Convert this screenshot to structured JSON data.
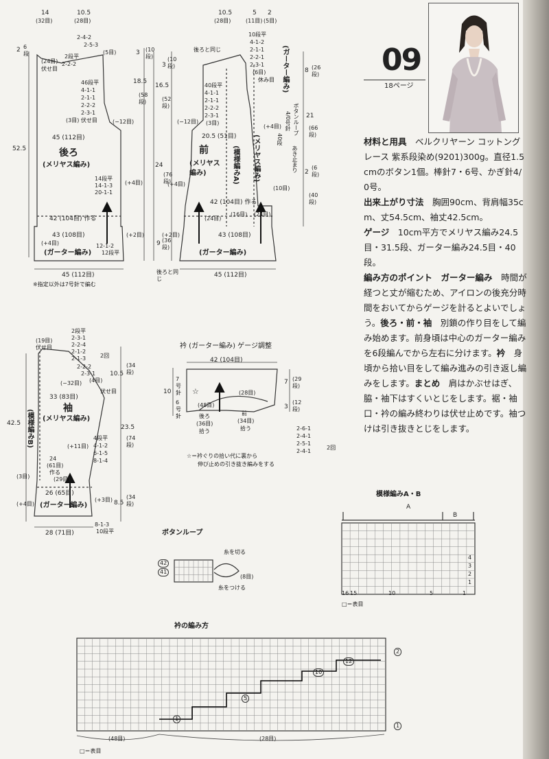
{
  "header": {
    "pattern_number": "09",
    "page_ref": "18ページ"
  },
  "description": {
    "materials_title": "材料と用具",
    "materials_text": "ベルクリヤーン コットングレース 紫系段染め(9201)300g。直径1.5cmのボタン1個。棒針7・6号、かぎ針4/0号。",
    "size_title": "出来上がり寸法",
    "size_text": "胸囲90cm、背肩幅35cm、丈54.5cm、袖丈42.5cm。",
    "gauge_title": "ゲージ",
    "gauge_text": "10cm平方でメリヤス編み24.5目・31.5段、ガーター編み24.5目・40段。",
    "points_title": "編み方のポイント",
    "garter_title": "ガーター編み",
    "garter_text": "時間が経つと丈が縮むため、アイロンの後充分時間をおいてからゲージを計るとよいでしょう。",
    "body_title": "後ろ・前・袖",
    "body_text": "別鎖の作り目をして編み始めます。前身頃は中心のガーター編みを6段編んでから左右に分けます。",
    "collar_title": "衿",
    "collar_text": "身頃から拾い目をして編み進みの引き返し編みをします。",
    "finish_title": "まとめ",
    "finish_text": "肩はかぶせはぎ、脇・袖下はすくいとじをします。裾・袖口・衿の編み終わりは伏せ止めです。袖つけは引き抜きとじをします。"
  },
  "back": {
    "title": "後ろ",
    "stitch": "(メリヤス編み)",
    "band": "(ガーター編み)",
    "top_left": "14",
    "top_left_st": "(32目)",
    "top_mid": "10.5",
    "top_mid_st": "(28目)",
    "neck_dec": [
      "2-4-2",
      "2-5-3",
      "(5目)"
    ],
    "neck_side": [
      "2段平",
      "2-2-2"
    ],
    "left_h": "2",
    "left_h_r": "6段",
    "bind": "(24目)",
    "bind2": "伏せ目",
    "arm_dec": [
      "46段平",
      "4-1-1",
      "2-1-1",
      "2-2-2",
      "2-3-1",
      "(3目) 伏せ目"
    ],
    "dec12": "(−12目)",
    "width45": "45 (112目)",
    "total_h": "52.5",
    "side_inc": [
      "14段平",
      "14-1-3",
      "20-1-1"
    ],
    "inc4": "(+4目)",
    "cast": "42 (104目) 作る",
    "band_w": "43 (108目)",
    "inc4b": "(+4目)",
    "inc2": "(+2目)",
    "band_inc": [
      "12-1-2",
      "12段平"
    ],
    "bottom": "45 (112目)",
    "note": "※指定以外は7号針で編む",
    "dims": [
      "3",
      "(10段)",
      "18.5",
      "(58段)"
    ]
  },
  "front": {
    "title": "前",
    "stitch": "(メリヤス編み)",
    "band": "(ガーター編み)",
    "top_mid": "10.5",
    "top_mid_st": "(28目)",
    "top_5": "5",
    "top_5_st": "(11目)",
    "top_2": "2",
    "top_2_st": "(5目)",
    "same_back": "後ろと同じ",
    "neck_dec": [
      "10段平",
      "4-1-2",
      "2-1-1",
      "2-2-1",
      "2-3-1",
      "(6目)",
      "休み目"
    ],
    "garter_side": "(ガーター編み)",
    "arm_dec": [
      "40段平",
      "4-1-1",
      "2-1-1",
      "2-2-2",
      "2-3-1",
      "(3目)"
    ],
    "button_loop": "ボタンループ",
    "loop_needle": "4/0号針",
    "loop_rows": "40段",
    "opening": "あき止まり",
    "dec12": "(−12目)",
    "width": "20.5 (51目)",
    "pattern_a": "(模様編みA)",
    "stockinette": "(メリヤス編み)",
    "dec10": "(10目)",
    "inc4": "(+4目)",
    "inc4b": "(+4目)",
    "inc2": "(+2目)",
    "cast": "42 (104目) 作る",
    "sub": [
      "(24目)",
      "(16目)",
      "(24目)"
    ],
    "band_w": "43 (108目)",
    "bottom": "45 (112目)",
    "same_back2": "後ろと同じ",
    "left_dims": [
      "3",
      "(10段)",
      "16.5",
      "(52段)",
      "24",
      "(76段)",
      "9",
      "(36段)"
    ],
    "right_dims": [
      "8",
      "(26段)",
      "21",
      "(66段)",
      "2",
      "(6段)",
      "(40段)"
    ]
  },
  "sleeve": {
    "title": "袖",
    "stitch": "(メリヤス編み)",
    "pattern_b": "(模様編みB)",
    "band": "(ガーター編み)",
    "bind": "(19目)",
    "bind2": "伏せ目",
    "cap_dec": [
      "2段平",
      "2-3-1",
      "2-2-4",
      "2-1-2",
      "2-1-3",
      "2-2-2",
      "2-3-1",
      "(4目)"
    ],
    "twice": "2回",
    "dec32": "(−32目)",
    "width33": "33 (83目)",
    "bind3": "伏せ目",
    "total": "42.5",
    "inc11": "(+11目)",
    "side_inc": [
      "4段平",
      "4-1-2",
      "6-1-5",
      "8-1-4"
    ],
    "cast": [
      "24",
      "(61目)",
      "作る"
    ],
    "st29": "(29目)",
    "st3": "(3目)",
    "width26": "26 (65目)",
    "inc4": "(+4目)",
    "inc3": "(+3目)",
    "bottom": "28 (71目)",
    "bot_inc": [
      "8-1-3",
      "10段平"
    ],
    "right_dims": [
      "10.5",
      "(34段)",
      "23.5",
      "(74段)",
      "8.5",
      "(34段)"
    ]
  },
  "collar": {
    "title": "衿 (ガーター編み) ゲージ調整",
    "width": "42 (104目)",
    "left": [
      "7号針",
      "10",
      "6号針"
    ],
    "right": [
      "7",
      "(29段)",
      "3",
      "(12段)"
    ],
    "pick48": "(48目)",
    "pick28": "(28目)",
    "back_pick": [
      "後ろ",
      "(36目)",
      "拾う"
    ],
    "front_pick": [
      "前",
      "(34目)",
      "拾う"
    ],
    "short_rows": [
      "2-6-1",
      "2-4-1",
      "2-5-1",
      "2-4-1"
    ],
    "twice": "2回",
    "star_note": [
      "☆＝衿ぐりの拾い代に裏から",
      "伸び止めの引き抜き編みをする"
    ]
  },
  "button_loop": {
    "title": "ボタンループ",
    "cut": "糸を切る",
    "rows": "(8目)",
    "attach": "糸をつける",
    "r42": "42",
    "r41": "41"
  },
  "chart_ab": {
    "title": "模様編みA・B",
    "a": "A",
    "b": "B",
    "col_labels": [
      "16",
      "15",
      "10",
      "5",
      "1"
    ],
    "row_labels": [
      "4",
      "3",
      "2",
      "1"
    ],
    "legend": "□＝表目"
  },
  "collar_chart": {
    "title": "衿の編み方",
    "left": "(48目)",
    "right": "(28目)",
    "legend": "□＝表目",
    "markers": [
      "2",
      "12",
      "10",
      "5",
      "1",
      "1"
    ]
  }
}
